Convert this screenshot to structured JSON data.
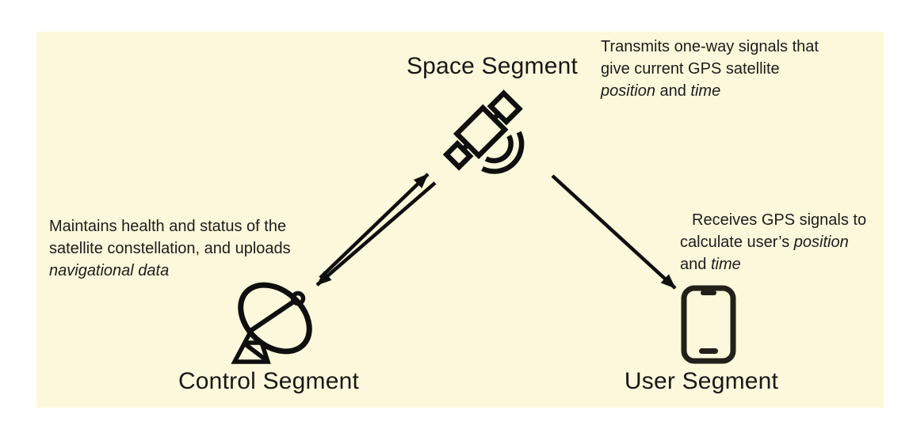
{
  "diagram": {
    "title_context": "GPS segments diagram",
    "colors": {
      "panel_bg": "#FCF8DB",
      "ink": "#0f0f0f",
      "text": "#1c1c1c"
    },
    "nodes": {
      "space": {
        "label": "Space Segment",
        "icon": "satellite-icon"
      },
      "control": {
        "label": "Control Segment",
        "icon": "satellite-dish-icon"
      },
      "user": {
        "label": "User Segment",
        "icon": "smartphone-icon"
      }
    },
    "annotations": {
      "space_note": {
        "lines": [
          [
            {
              "t": "Transmits one-way signals that"
            }
          ],
          [
            {
              "t": "give current GPS satellite"
            }
          ],
          [
            {
              "t": "position",
              "i": true
            },
            {
              "t": " and "
            },
            {
              "t": "time",
              "i": true
            }
          ]
        ]
      },
      "control_note": {
        "lines": [
          [
            {
              "t": "Maintains health and status of the"
            }
          ],
          [
            {
              "t": "satellite constellation, and uploads"
            }
          ],
          [
            {
              "t": "navigational data",
              "i": true
            }
          ]
        ]
      },
      "user_note": {
        "lines": [
          [
            {
              "t": "Receives GPS signals to",
              "ind": 15
            }
          ],
          [
            {
              "t": "calculate user’s "
            },
            {
              "t": "position",
              "i": true
            }
          ],
          [
            {
              "t": "and "
            },
            {
              "t": "time",
              "i": true
            }
          ]
        ]
      }
    },
    "links": [
      {
        "from": "control",
        "to": "space",
        "type": "two-way"
      },
      {
        "from": "space",
        "to": "user",
        "type": "one-way"
      }
    ]
  }
}
